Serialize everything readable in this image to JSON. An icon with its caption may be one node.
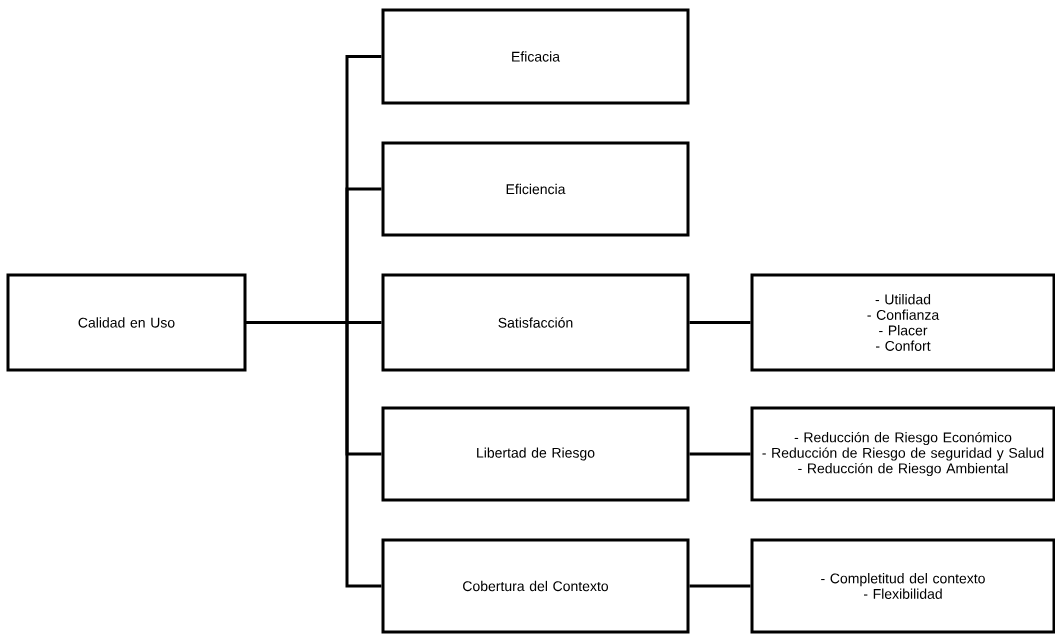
{
  "diagram": {
    "nodes": [
      {
        "text": [
          "Calidad en Uso"
        ]
      },
      {
        "text": [
          "Eficacia"
        ]
      },
      {
        "text": [
          "Eficiencia"
        ]
      },
      {
        "text": [
          "Satisfacción"
        ]
      },
      {
        "text": [
          "Libertad de Riesgo"
        ]
      },
      {
        "text": [
          "Cobertura del Contexto"
        ]
      },
      {
        "text": [
          "- Utilidad",
          "- Confianza",
          "- Placer",
          "- Confort"
        ]
      },
      {
        "text": [
          "- Reducción de Riesgo Económico",
          "- Reducción de Riesgo de seguridad y Salud",
          "- Reducción de Riesgo Ambiental"
        ]
      },
      {
        "text": [
          "- Completitud del contexto",
          "- Flexibilidad"
        ]
      }
    ],
    "edges": [
      {
        "from": 0,
        "to": 1,
        "arrow": "none"
      },
      {
        "from": 0,
        "to": 2,
        "arrow": "none"
      },
      {
        "from": 0,
        "to": 3,
        "arrow": "none"
      },
      {
        "from": 0,
        "to": 4,
        "arrow": "none"
      },
      {
        "from": 0,
        "to": 5,
        "arrow": "none"
      },
      {
        "from": 3,
        "to": 6,
        "arrow": "none"
      },
      {
        "from": 4,
        "to": 7,
        "arrow": "none"
      },
      {
        "from": 5,
        "to": 8,
        "arrow": "none"
      }
    ]
  }
}
